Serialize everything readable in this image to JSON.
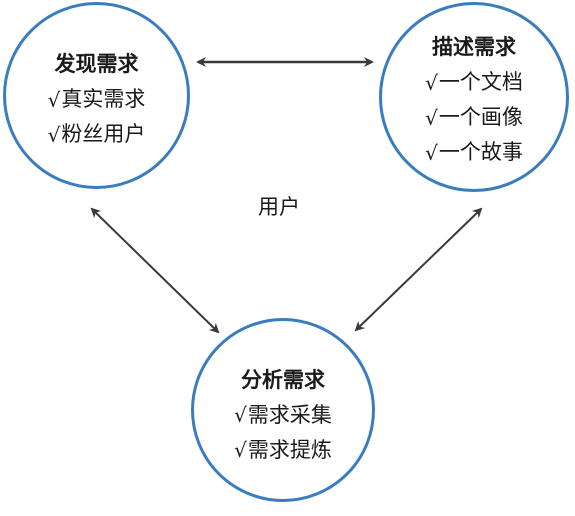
{
  "center_label": "用户",
  "nodes": {
    "discover": {
      "title": "发现需求",
      "items": [
        "真实需求",
        "粉丝用户"
      ]
    },
    "describe": {
      "title": "描述需求",
      "items": [
        "一个文档",
        "一个画像",
        "一个故事"
      ]
    },
    "analyze": {
      "title": "分析需求",
      "items": [
        "需求采集",
        "需求提炼"
      ]
    }
  },
  "check_symbol": "√",
  "colors": {
    "circle_border": "#3a7dbf",
    "arrow": "#3a3a3a",
    "text": "#1a1a1a"
  }
}
